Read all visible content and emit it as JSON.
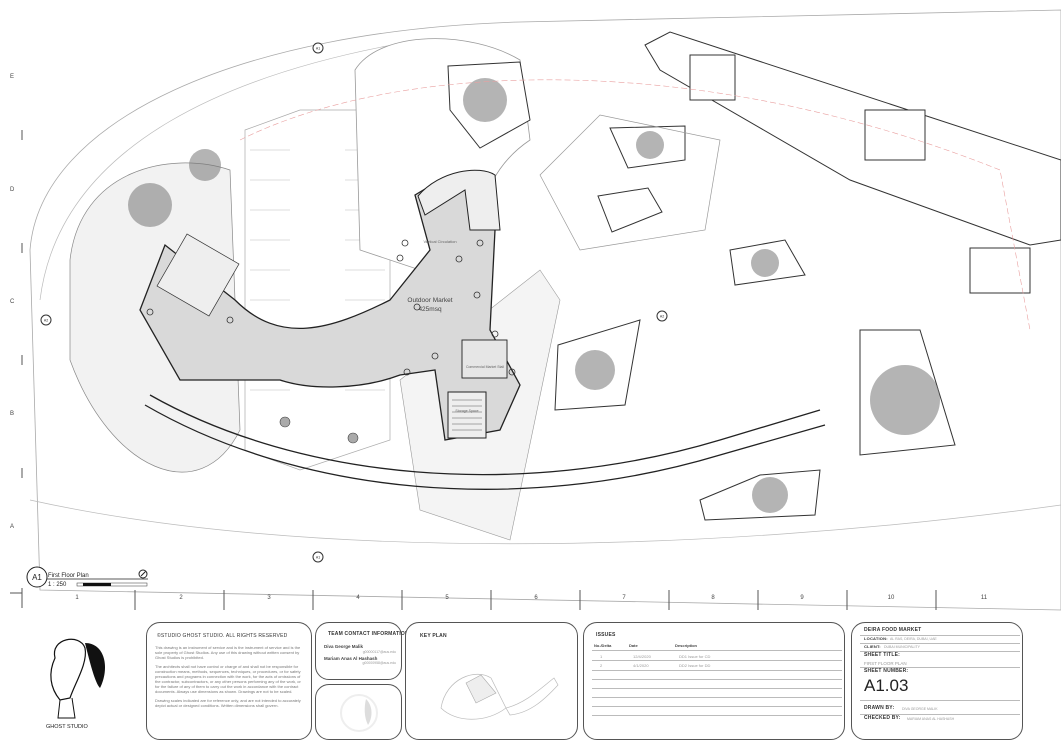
{
  "drawing": {
    "space_label": "Outdoor Market",
    "space_area": "425msq",
    "vertical_circulation": "Vertical Circulation",
    "commercial_label": "Commercial Market Stall",
    "storage_label": "Storage Space",
    "row_labels": [
      "E",
      "D",
      "C",
      "B",
      "A"
    ],
    "column_labels": [
      "1",
      "2",
      "3",
      "4",
      "5",
      "6",
      "7",
      "8",
      "9",
      "10",
      "11"
    ],
    "section_markers": [
      "A1",
      "A1",
      "A2",
      "A2"
    ]
  },
  "view_title": {
    "ref": "A1",
    "name": "First Floor Plan",
    "scale": "1 : 250"
  },
  "logo": {
    "name": "GHOST STUDIO"
  },
  "copyright": {
    "heading": "©STUDIO GHOST STUDIO. ALL RIGHTS RESERVED",
    "p1": "This drawing is an instrument of service and is the instrument of service and is the sole property of Ghost Studios. Any use of this drawing without written consent by Ghost Studios is prohibited.",
    "p2": "The architects shall not have control or charge of and shall not be responsible for construction means, methods, sequences, techniques, or procedures, or for safety precautions and programs in connection with the work, for the acts of omissions of the contractor, subcontractors, or any other persons performing any of the work, or for the failure of any of them to carry out the work in accordance with the contract documents. Always use dimensions as shown. Drawings are not to be scaled.",
    "p3": "Drawing scales indicated are for reference only, and are not intended to accurately depict actual or designed conditions. Written dimensions shall govern."
  },
  "team": {
    "heading": "TEAM CONTACT INFORMATION",
    "members": [
      {
        "name": "Diva George Malik",
        "email": "g00000117@aus.edu"
      },
      {
        "name": "Mariam Anas Al Hashash",
        "email": "g00000958@aus.edu"
      }
    ]
  },
  "key_plan": {
    "heading": "KEY PLAN"
  },
  "issues": {
    "heading": "ISSUES",
    "columns": [
      "No./Delta",
      "Date",
      "Description"
    ],
    "rows": [
      [
        "1",
        "12/4/2020",
        "DD1 Issue for CD"
      ],
      [
        "2",
        "4/1/2020",
        "DD2 Issue for DD"
      ]
    ]
  },
  "title_block": {
    "project": "DEIRA FOOD MARKET",
    "location_label": "LOCATION:",
    "location": "AL RAS, DEIRA, DUBAI, UAE",
    "client_label": "CLIENT:",
    "client": "DUBAI MUNICIPALITY",
    "sheet_title_label": "SHEET TITLE:",
    "sheet_title": "FIRST FLOOR PLAN",
    "sheet_number_label": "SHEET NUMBER:",
    "sheet_number": "A1.03",
    "drawn_by_label": "DRAWN BY:",
    "drawn_by": "DIVA GEORGE MALIK",
    "checked_by_label": "CHECKED BY:",
    "checked_by": "MARIAM ANAS AL HASHASH"
  }
}
